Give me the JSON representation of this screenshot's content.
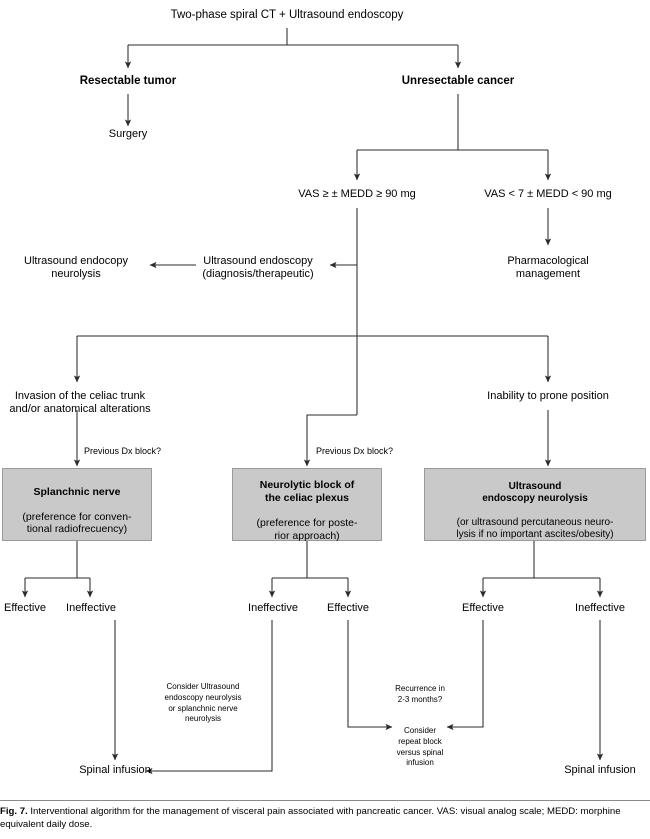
{
  "figure": {
    "number": "Fig. 7.",
    "caption": "Interventional algorithm for the management of visceral pain associated with pancreatic cancer. VAS: visual analog scale; MEDD: morphine equivalent daily dose."
  },
  "colors": {
    "box_fill": "#c9c9c9",
    "box_stroke": "#9a9a9a",
    "line": "#2b2b2b",
    "background": "#ffffff",
    "text": "#000000"
  },
  "nodes": {
    "root": "Two-phase spiral CT + Ultrasound endoscopy",
    "resectable": "Resectable tumor",
    "unresectable": "Unresectable cancer",
    "surgery": "Surgery",
    "vas_high": "VAS ≥ ± MEDD ≥ 90 mg",
    "vas_low": "VAS < 7 ± MEDD < 90 mg",
    "us_neurolysis": "Ultrasound endocopy\nneurolysis",
    "us_endoscopy": "Ultrasound endoscopy\n(diagnosis/therapeutic)",
    "pharmacological": "Pharmacological\nmanagement",
    "invasion": "Invasion of the celiac trunk\nand/or anatomical alterations",
    "inability": "Inability to prone position",
    "prev_dx_left": "Previous Dx block?",
    "prev_dx_mid": "Previous Dx block?",
    "box_splanchnic_head": "Splanchnic nerve",
    "box_splanchnic_body": "(preference for conven-\ntional radiofrecuency)",
    "box_neurolytic_head": "Neurolytic block of\nthe celiac plexus",
    "box_neurolytic_body": "(preference for poste-\nrior approach)",
    "box_ultrasound_head": "Ultrasound\nendoscopy neurolysis",
    "box_ultrasound_body": "(or ultrasound percutaneous neuro-\nlysis if no important ascites/obesity)",
    "eff_1": "Effective",
    "ineff_1": "Ineffective",
    "ineff_2": "Ineffective",
    "eff_2": "Effective",
    "eff_3": "Effective",
    "ineff_3": "Ineffective",
    "consider_us": "Consider Ultrasound\nendoscopy neurolysis\nor splanchnic nerve\nneurolysis",
    "recurrence": "Recurrence in\n2-3 months?",
    "consider_repeat": "Consider\nrepeat block\nversus spinal\ninfusion",
    "spinal_left": "Spinal infusion",
    "spinal_right": "Spinal infusion"
  },
  "chart_data": {
    "type": "diagram",
    "title": "Interventional algorithm for the management of visceral pain associated with pancreatic cancer",
    "edges": [
      {
        "from": "root",
        "to": "resectable"
      },
      {
        "from": "root",
        "to": "unresectable"
      },
      {
        "from": "resectable",
        "to": "surgery"
      },
      {
        "from": "unresectable",
        "to": "vas_high"
      },
      {
        "from": "unresectable",
        "to": "vas_low"
      },
      {
        "from": "vas_high",
        "to": "us_endoscopy"
      },
      {
        "from": "us_endoscopy",
        "to": "us_neurolysis"
      },
      {
        "from": "vas_low",
        "to": "pharmacological"
      },
      {
        "from": "vas_high",
        "to": "invasion"
      },
      {
        "from": "vas_high",
        "to": "box_neurolytic"
      },
      {
        "from": "vas_high",
        "to": "inability"
      },
      {
        "from": "invasion",
        "to": "box_splanchnic",
        "label": "Previous Dx block?"
      },
      {
        "from": "inability",
        "to": "box_ultrasound"
      },
      {
        "from": "box_splanchnic",
        "to": "eff_1"
      },
      {
        "from": "box_splanchnic",
        "to": "ineff_1"
      },
      {
        "from": "box_neurolytic",
        "to": "ineff_2"
      },
      {
        "from": "box_neurolytic",
        "to": "eff_2"
      },
      {
        "from": "box_ultrasound",
        "to": "eff_3"
      },
      {
        "from": "box_ultrasound",
        "to": "ineff_3"
      },
      {
        "from": "eff_1",
        "to": "spinal_left"
      },
      {
        "from": "ineff_1",
        "to": "spinal_left"
      },
      {
        "from": "ineff_2",
        "to": "spinal_left"
      },
      {
        "from": "eff_2",
        "to": "consider_repeat"
      },
      {
        "from": "eff_3",
        "to": "consider_repeat"
      },
      {
        "from": "ineff_3",
        "to": "spinal_right"
      }
    ]
  }
}
